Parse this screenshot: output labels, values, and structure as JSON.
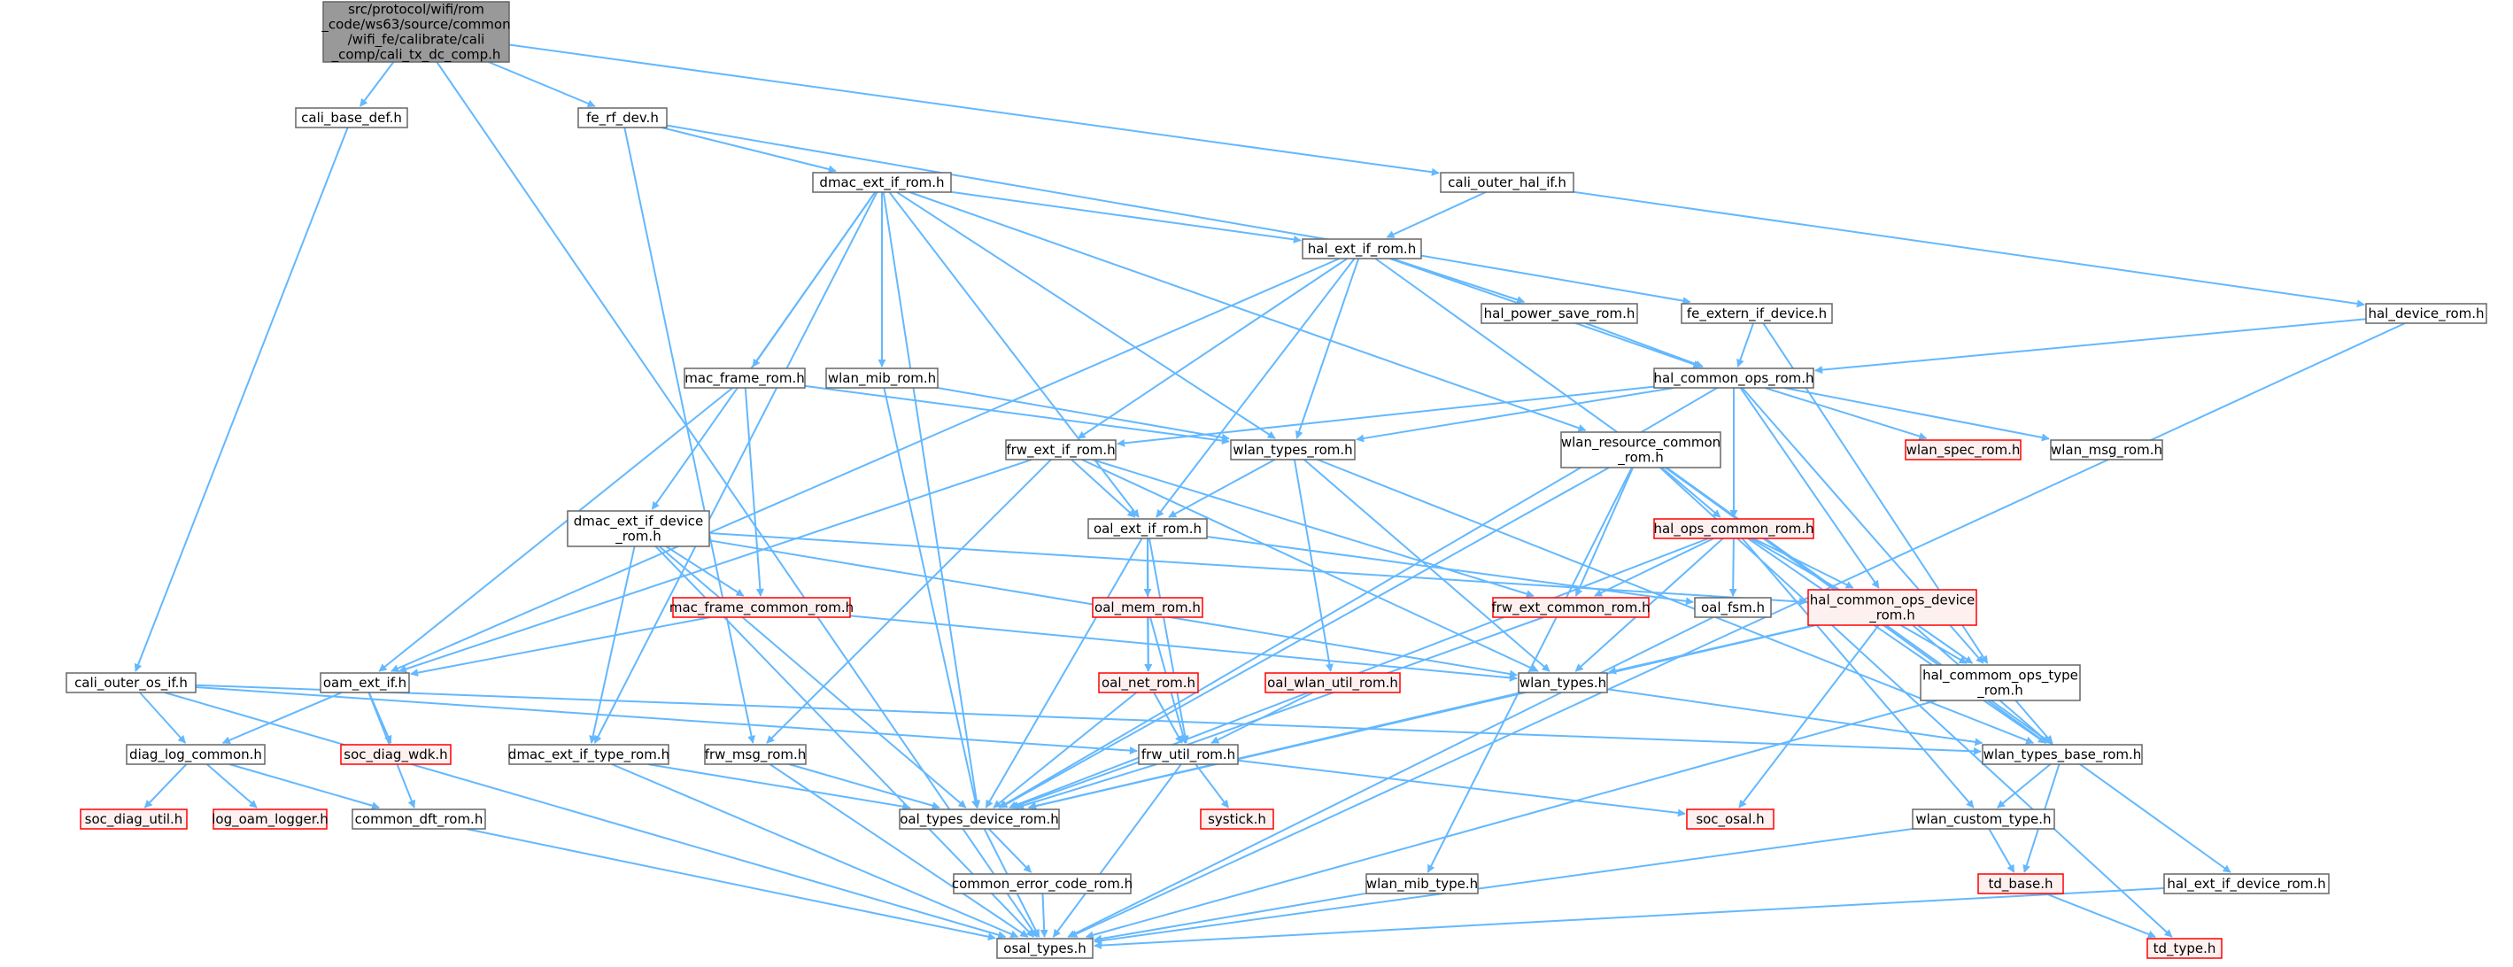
{
  "graph": {
    "colors": {
      "edge": "#63b8ff",
      "node_border": "#666666",
      "missing_border": "#ff0000",
      "missing_fill": "#fff0f0",
      "root_fill": "#999999"
    },
    "nodes": [
      {
        "id": "root",
        "label": "src/protocol/wifi/rom\n_code/ws63/source/common\n/wifi_fe/calibrate/cali\n_comp/cali_tx_dc_comp.h",
        "kind": "root"
      },
      {
        "id": "cali_base_def",
        "label": "cali_base_def.h",
        "kind": "normal"
      },
      {
        "id": "fe_rf_dev",
        "label": "fe_rf_dev.h",
        "kind": "normal"
      },
      {
        "id": "dmac_ext_if_rom",
        "label": "dmac_ext_if_rom.h",
        "kind": "normal"
      },
      {
        "id": "cali_outer_hal_if",
        "label": "cali_outer_hal_if.h",
        "kind": "normal"
      },
      {
        "id": "hal_ext_if_rom",
        "label": "hal_ext_if_rom.h",
        "kind": "normal"
      },
      {
        "id": "hal_power_save_rom",
        "label": "hal_power_save_rom.h",
        "kind": "normal"
      },
      {
        "id": "fe_extern_if_device",
        "label": "fe_extern_if_device.h",
        "kind": "normal"
      },
      {
        "id": "hal_device_rom",
        "label": "hal_device_rom.h",
        "kind": "normal"
      },
      {
        "id": "mac_frame_rom",
        "label": "mac_frame_rom.h",
        "kind": "normal"
      },
      {
        "id": "wlan_mib_rom",
        "label": "wlan_mib_rom.h",
        "kind": "normal"
      },
      {
        "id": "hal_common_ops_rom",
        "label": "hal_common_ops_rom.h",
        "kind": "normal"
      },
      {
        "id": "frw_ext_if_rom",
        "label": "frw_ext_if_rom.h",
        "kind": "normal"
      },
      {
        "id": "wlan_types_rom",
        "label": "wlan_types_rom.h",
        "kind": "normal"
      },
      {
        "id": "wlan_resource_common_rom",
        "label": "wlan_resource_common\n_rom.h",
        "kind": "normal"
      },
      {
        "id": "wlan_spec_rom",
        "label": "wlan_spec_rom.h",
        "kind": "missing"
      },
      {
        "id": "wlan_msg_rom",
        "label": "wlan_msg_rom.h",
        "kind": "normal"
      },
      {
        "id": "dmac_ext_if_device_rom",
        "label": "dmac_ext_if_device\n_rom.h",
        "kind": "normal"
      },
      {
        "id": "oal_ext_if_rom",
        "label": "oal_ext_if_rom.h",
        "kind": "normal"
      },
      {
        "id": "hal_ops_common_rom",
        "label": "hal_ops_common_rom.h",
        "kind": "missing"
      },
      {
        "id": "mac_frame_common_rom",
        "label": "mac_frame_common_rom.h",
        "kind": "missing"
      },
      {
        "id": "oal_mem_rom",
        "label": "oal_mem_rom.h",
        "kind": "missing"
      },
      {
        "id": "frw_ext_common_rom",
        "label": "frw_ext_common_rom.h",
        "kind": "missing"
      },
      {
        "id": "oal_fsm",
        "label": "oal_fsm.h",
        "kind": "normal"
      },
      {
        "id": "hal_common_ops_device_rom",
        "label": "hal_common_ops_device\n_rom.h",
        "kind": "missing"
      },
      {
        "id": "cali_outer_os_if",
        "label": "cali_outer_os_if.h",
        "kind": "normal"
      },
      {
        "id": "oam_ext_if",
        "label": "oam_ext_if.h",
        "kind": "normal"
      },
      {
        "id": "oal_net_rom",
        "label": "oal_net_rom.h",
        "kind": "missing"
      },
      {
        "id": "oal_wlan_util_rom",
        "label": "oal_wlan_util_rom.h",
        "kind": "missing"
      },
      {
        "id": "wlan_types",
        "label": "wlan_types.h",
        "kind": "normal"
      },
      {
        "id": "hal_commom_ops_type_rom",
        "label": "hal_commom_ops_type\n_rom.h",
        "kind": "normal"
      },
      {
        "id": "diag_log_common",
        "label": "diag_log_common.h",
        "kind": "normal"
      },
      {
        "id": "soc_diag_wdk",
        "label": "soc_diag_wdk.h",
        "kind": "missing"
      },
      {
        "id": "dmac_ext_if_type_rom",
        "label": "dmac_ext_if_type_rom.h",
        "kind": "normal"
      },
      {
        "id": "frw_msg_rom",
        "label": "frw_msg_rom.h",
        "kind": "normal"
      },
      {
        "id": "frw_util_rom",
        "label": "frw_util_rom.h",
        "kind": "normal"
      },
      {
        "id": "wlan_types_base_rom",
        "label": "wlan_types_base_rom.h",
        "kind": "normal"
      },
      {
        "id": "soc_diag_util",
        "label": "soc_diag_util.h",
        "kind": "missing"
      },
      {
        "id": "log_oam_logger",
        "label": "log_oam_logger.h",
        "kind": "missing"
      },
      {
        "id": "common_dft_rom",
        "label": "common_dft_rom.h",
        "kind": "normal"
      },
      {
        "id": "oal_types_device_rom",
        "label": "oal_types_device_rom.h",
        "kind": "normal"
      },
      {
        "id": "systick",
        "label": "systick.h",
        "kind": "missing"
      },
      {
        "id": "soc_osal",
        "label": "soc_osal.h",
        "kind": "missing"
      },
      {
        "id": "wlan_custom_type",
        "label": "wlan_custom_type.h",
        "kind": "normal"
      },
      {
        "id": "common_error_code_rom",
        "label": "common_error_code_rom.h",
        "kind": "normal"
      },
      {
        "id": "wlan_mib_type",
        "label": "wlan_mib_type.h",
        "kind": "normal"
      },
      {
        "id": "td_base",
        "label": "td_base.h",
        "kind": "missing"
      },
      {
        "id": "hal_ext_if_device_rom",
        "label": "hal_ext_if_device_rom.h",
        "kind": "normal"
      },
      {
        "id": "osal_types",
        "label": "osal_types.h",
        "kind": "normal"
      },
      {
        "id": "td_type",
        "label": "td_type.h",
        "kind": "missing"
      }
    ],
    "edges": [
      [
        "root",
        "cali_base_def"
      ],
      [
        "root",
        "fe_rf_dev"
      ],
      [
        "root",
        "cali_outer_hal_if"
      ],
      [
        "root",
        "osal_types"
      ],
      [
        "cali_base_def",
        "cali_outer_os_if"
      ],
      [
        "fe_rf_dev",
        "dmac_ext_if_rom"
      ],
      [
        "fe_rf_dev",
        "fe_extern_if_device"
      ],
      [
        "fe_rf_dev",
        "frw_msg_rom"
      ],
      [
        "cali_outer_hal_if",
        "hal_ext_if_rom"
      ],
      [
        "cali_outer_hal_if",
        "hal_device_rom"
      ],
      [
        "dmac_ext_if_rom",
        "hal_ext_if_rom"
      ],
      [
        "dmac_ext_if_rom",
        "mac_frame_rom"
      ],
      [
        "dmac_ext_if_rom",
        "wlan_mib_rom"
      ],
      [
        "dmac_ext_if_rom",
        "wlan_types_rom"
      ],
      [
        "dmac_ext_if_rom",
        "dmac_ext_if_device_rom"
      ],
      [
        "dmac_ext_if_rom",
        "oal_ext_if_rom"
      ],
      [
        "dmac_ext_if_rom",
        "wlan_resource_common_rom"
      ],
      [
        "dmac_ext_if_rom",
        "oal_types_device_rom"
      ],
      [
        "dmac_ext_if_rom",
        "dmac_ext_if_type_rom"
      ],
      [
        "hal_ext_if_rom",
        "hal_power_save_rom"
      ],
      [
        "hal_ext_if_rom",
        "hal_common_ops_rom"
      ],
      [
        "hal_ext_if_rom",
        "frw_ext_if_rom"
      ],
      [
        "hal_ext_if_rom",
        "wlan_types_rom"
      ],
      [
        "hal_ext_if_rom",
        "oal_ext_if_rom"
      ],
      [
        "hal_ext_if_rom",
        "oam_ext_if"
      ],
      [
        "hal_ext_if_rom",
        "hal_ext_if_device_rom"
      ],
      [
        "hal_power_save_rom",
        "hal_common_ops_rom"
      ],
      [
        "fe_extern_if_device",
        "hal_common_ops_rom"
      ],
      [
        "fe_extern_if_device",
        "hal_commom_ops_type_rom"
      ],
      [
        "hal_device_rom",
        "hal_common_ops_rom"
      ],
      [
        "hal_device_rom",
        "osal_types"
      ],
      [
        "mac_frame_rom",
        "wlan_types_rom"
      ],
      [
        "mac_frame_rom",
        "mac_frame_common_rom"
      ],
      [
        "mac_frame_rom",
        "oam_ext_if"
      ],
      [
        "wlan_mib_rom",
        "wlan_types_rom"
      ],
      [
        "wlan_mib_rom",
        "oal_types_device_rom"
      ],
      [
        "hal_common_ops_rom",
        "wlan_spec_rom"
      ],
      [
        "hal_common_ops_rom",
        "wlan_msg_rom"
      ],
      [
        "hal_common_ops_rom",
        "frw_ext_if_rom"
      ],
      [
        "hal_common_ops_rom",
        "wlan_types_rom"
      ],
      [
        "hal_common_ops_rom",
        "hal_ops_common_rom"
      ],
      [
        "hal_common_ops_rom",
        "hal_common_ops_device_rom"
      ],
      [
        "hal_common_ops_rom",
        "hal_commom_ops_type_rom"
      ],
      [
        "hal_common_ops_rom",
        "oal_types_device_rom"
      ],
      [
        "frw_ext_if_rom",
        "oal_ext_if_rom"
      ],
      [
        "frw_ext_if_rom",
        "frw_ext_common_rom"
      ],
      [
        "frw_ext_if_rom",
        "oam_ext_if"
      ],
      [
        "frw_ext_if_rom",
        "wlan_types"
      ],
      [
        "frw_ext_if_rom",
        "frw_msg_rom"
      ],
      [
        "wlan_types_rom",
        "oal_ext_if_rom"
      ],
      [
        "wlan_types_rom",
        "oal_wlan_util_rom"
      ],
      [
        "wlan_types_rom",
        "wlan_types"
      ],
      [
        "wlan_types_rom",
        "wlan_types_base_rom"
      ],
      [
        "wlan_resource_common_rom",
        "hal_ops_common_rom"
      ],
      [
        "wlan_resource_common_rom",
        "frw_ext_common_rom"
      ],
      [
        "wlan_resource_common_rom",
        "wlan_mib_type"
      ],
      [
        "wlan_resource_common_rom",
        "wlan_types_base_rom"
      ],
      [
        "wlan_resource_common_rom",
        "td_type"
      ],
      [
        "wlan_resource_common_rom",
        "oal_types_device_rom"
      ],
      [
        "dmac_ext_if_device_rom",
        "mac_frame_common_rom"
      ],
      [
        "dmac_ext_if_device_rom",
        "dmac_ext_if_type_rom"
      ],
      [
        "dmac_ext_if_device_rom",
        "oal_types_device_rom"
      ],
      [
        "dmac_ext_if_device_rom",
        "hal_common_ops_device_rom"
      ],
      [
        "dmac_ext_if_device_rom",
        "wlan_types"
      ],
      [
        "dmac_ext_if_device_rom",
        "osal_types"
      ],
      [
        "oal_ext_if_rom",
        "oal_mem_rom"
      ],
      [
        "oal_ext_if_rom",
        "oal_net_rom"
      ],
      [
        "oal_ext_if_rom",
        "oal_fsm"
      ],
      [
        "oal_ext_if_rom",
        "frw_util_rom"
      ],
      [
        "oal_ext_if_rom",
        "oal_types_device_rom"
      ],
      [
        "hal_ops_common_rom",
        "frw_ext_common_rom"
      ],
      [
        "hal_ops_common_rom",
        "oal_fsm"
      ],
      [
        "hal_ops_common_rom",
        "hal_common_ops_device_rom"
      ],
      [
        "hal_ops_common_rom",
        "wlan_types"
      ],
      [
        "hal_ops_common_rom",
        "hal_commom_ops_type_rom"
      ],
      [
        "hal_ops_common_rom",
        "wlan_types_base_rom"
      ],
      [
        "hal_ops_common_rom",
        "wlan_custom_type"
      ],
      [
        "hal_ops_common_rom",
        "oal_types_device_rom"
      ],
      [
        "mac_frame_common_rom",
        "oam_ext_if"
      ],
      [
        "mac_frame_common_rom",
        "wlan_types"
      ],
      [
        "oal_mem_rom",
        "oal_net_rom"
      ],
      [
        "oal_mem_rom",
        "frw_util_rom"
      ],
      [
        "frw_ext_common_rom",
        "oal_types_device_rom"
      ],
      [
        "oal_fsm",
        "osal_types"
      ],
      [
        "hal_common_ops_device_rom",
        "wlan_types"
      ],
      [
        "hal_common_ops_device_rom",
        "hal_commom_ops_type_rom"
      ],
      [
        "hal_common_ops_device_rom",
        "wlan_types_base_rom"
      ],
      [
        "hal_common_ops_device_rom",
        "soc_osal"
      ],
      [
        "hal_common_ops_device_rom",
        "oal_types_device_rom"
      ],
      [
        "cali_outer_os_if",
        "diag_log_common"
      ],
      [
        "cali_outer_os_if",
        "frw_util_rom"
      ],
      [
        "cali_outer_os_if",
        "wlan_types_base_rom"
      ],
      [
        "cali_outer_os_if",
        "osal_types"
      ],
      [
        "oam_ext_if",
        "soc_diag_wdk"
      ],
      [
        "oam_ext_if",
        "diag_log_common"
      ],
      [
        "oam_ext_if",
        "common_dft_rom"
      ],
      [
        "oal_net_rom",
        "frw_util_rom"
      ],
      [
        "oal_net_rom",
        "oal_types_device_rom"
      ],
      [
        "oal_wlan_util_rom",
        "frw_util_rom"
      ],
      [
        "wlan_types",
        "wlan_types_base_rom"
      ],
      [
        "wlan_types",
        "oal_types_device_rom"
      ],
      [
        "hal_commom_ops_type_rom",
        "wlan_types_base_rom"
      ],
      [
        "hal_commom_ops_type_rom",
        "osal_types"
      ],
      [
        "diag_log_common",
        "soc_diag_util"
      ],
      [
        "diag_log_common",
        "log_oam_logger"
      ],
      [
        "diag_log_common",
        "common_dft_rom"
      ],
      [
        "dmac_ext_if_type_rom",
        "oal_types_device_rom"
      ],
      [
        "dmac_ext_if_type_rom",
        "osal_types"
      ],
      [
        "frw_msg_rom",
        "oal_types_device_rom"
      ],
      [
        "frw_msg_rom",
        "osal_types"
      ],
      [
        "frw_util_rom",
        "oal_types_device_rom"
      ],
      [
        "frw_util_rom",
        "systick"
      ],
      [
        "frw_util_rom",
        "soc_osal"
      ],
      [
        "frw_util_rom",
        "osal_types"
      ],
      [
        "wlan_types_base_rom",
        "wlan_custom_type"
      ],
      [
        "wlan_types_base_rom",
        "td_base"
      ],
      [
        "common_dft_rom",
        "osal_types"
      ],
      [
        "oal_types_device_rom",
        "common_error_code_rom"
      ],
      [
        "oal_types_device_rom",
        "osal_types"
      ],
      [
        "wlan_custom_type",
        "td_base"
      ],
      [
        "wlan_custom_type",
        "osal_types"
      ],
      [
        "common_error_code_rom",
        "osal_types"
      ],
      [
        "wlan_mib_type",
        "osal_types"
      ],
      [
        "td_base",
        "td_type"
      ],
      [
        "hal_ext_if_device_rom",
        "osal_types"
      ]
    ]
  }
}
